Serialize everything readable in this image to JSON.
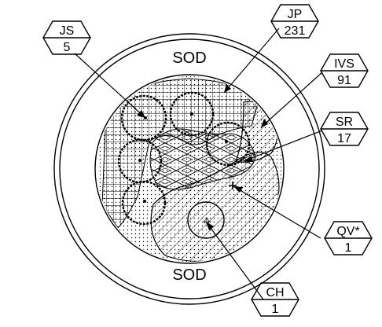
{
  "sod": {
    "top": "SOD",
    "bottom": "SOD"
  },
  "tags": {
    "js": {
      "code": "JS",
      "value": "5"
    },
    "jp": {
      "code": "JP",
      "value": "231"
    },
    "ivs": {
      "code": "IVS",
      "value": "91"
    },
    "sr": {
      "code": "SR",
      "value": "17"
    },
    "qv": {
      "code": "QV*",
      "value": "1"
    },
    "ch": {
      "code": "CH",
      "value": "1"
    }
  }
}
